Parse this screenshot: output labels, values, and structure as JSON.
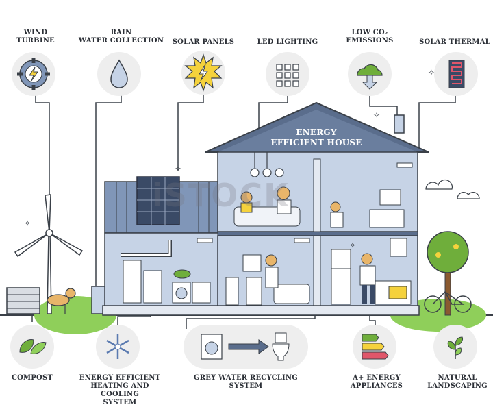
{
  "top_labels": {
    "wind_turbine": "WIND\nTURBINE",
    "rain_water": "RAIN\nWATER COLLECTION",
    "solar_panels": "SOLAR PANELS",
    "led_lighting": "LED LIGHTING",
    "low_co2": "LOW CO₂\nEMISSIONS",
    "solar_thermal": "SOLAR THERMAL"
  },
  "house_title": "ENERGY\nEFFICIENT HOUSE",
  "bottom_labels": {
    "compost": "COMPOST",
    "heating_cooling": "ENERGY EFFICIENT\nHEATING AND COOLING\nSYSTEM",
    "grey_water": "GREY WATER RECYCLING\nSYSTEM",
    "appliances": "A+ ENERGY\nAPPLIANCES",
    "landscaping": "NATURAL\nLANDSCAPING"
  },
  "watermark": "iSTOCK",
  "colors": {
    "wall_blue": "#c6d3e6",
    "roof_blue": "#5a6d8c",
    "dark_outline": "#3a4048",
    "green": "#6fae3b",
    "yellow": "#f5d23c",
    "icon_circle": "#eeeeee"
  },
  "icons": [
    "gear-bolt-icon",
    "water-drop-icon",
    "sun-bolt-icon",
    "led-grid-icon",
    "cloud-arrow-icon",
    "solar-thermal-icon",
    "compost-leaves-icon",
    "snowflake-icon",
    "washing-machine-to-toilet-icon",
    "energy-rating-bars-icon",
    "plant-icon"
  ]
}
